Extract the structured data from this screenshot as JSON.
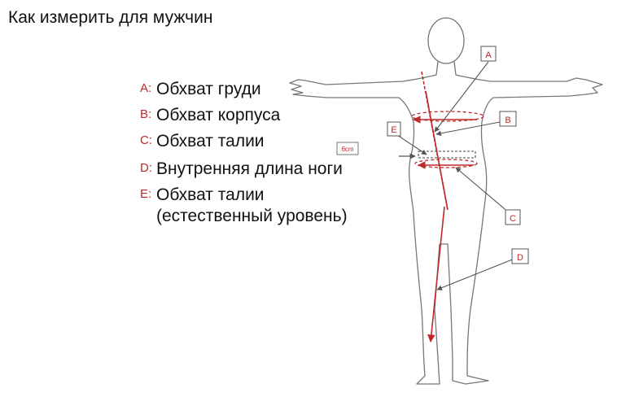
{
  "title": "Как измерить для мужчин",
  "legend": [
    {
      "letter": "A:",
      "text": "Обхват груди"
    },
    {
      "letter": "B:",
      "text": "Обхват корпуса"
    },
    {
      "letter": "C:",
      "text": "Обхват талии"
    },
    {
      "letter": "D:",
      "text": "Внутренняя длина ноги"
    },
    {
      "letter": "E:",
      "text": "Обхват талии",
      "text2": "(естественный уровень)"
    }
  ],
  "labels": {
    "A": "A",
    "B": "B",
    "C": "C",
    "D": "D",
    "E": "E"
  },
  "offset_note": "6cm",
  "colors": {
    "accent": "#c0282a",
    "outline": "#777777",
    "text": "#111111"
  }
}
